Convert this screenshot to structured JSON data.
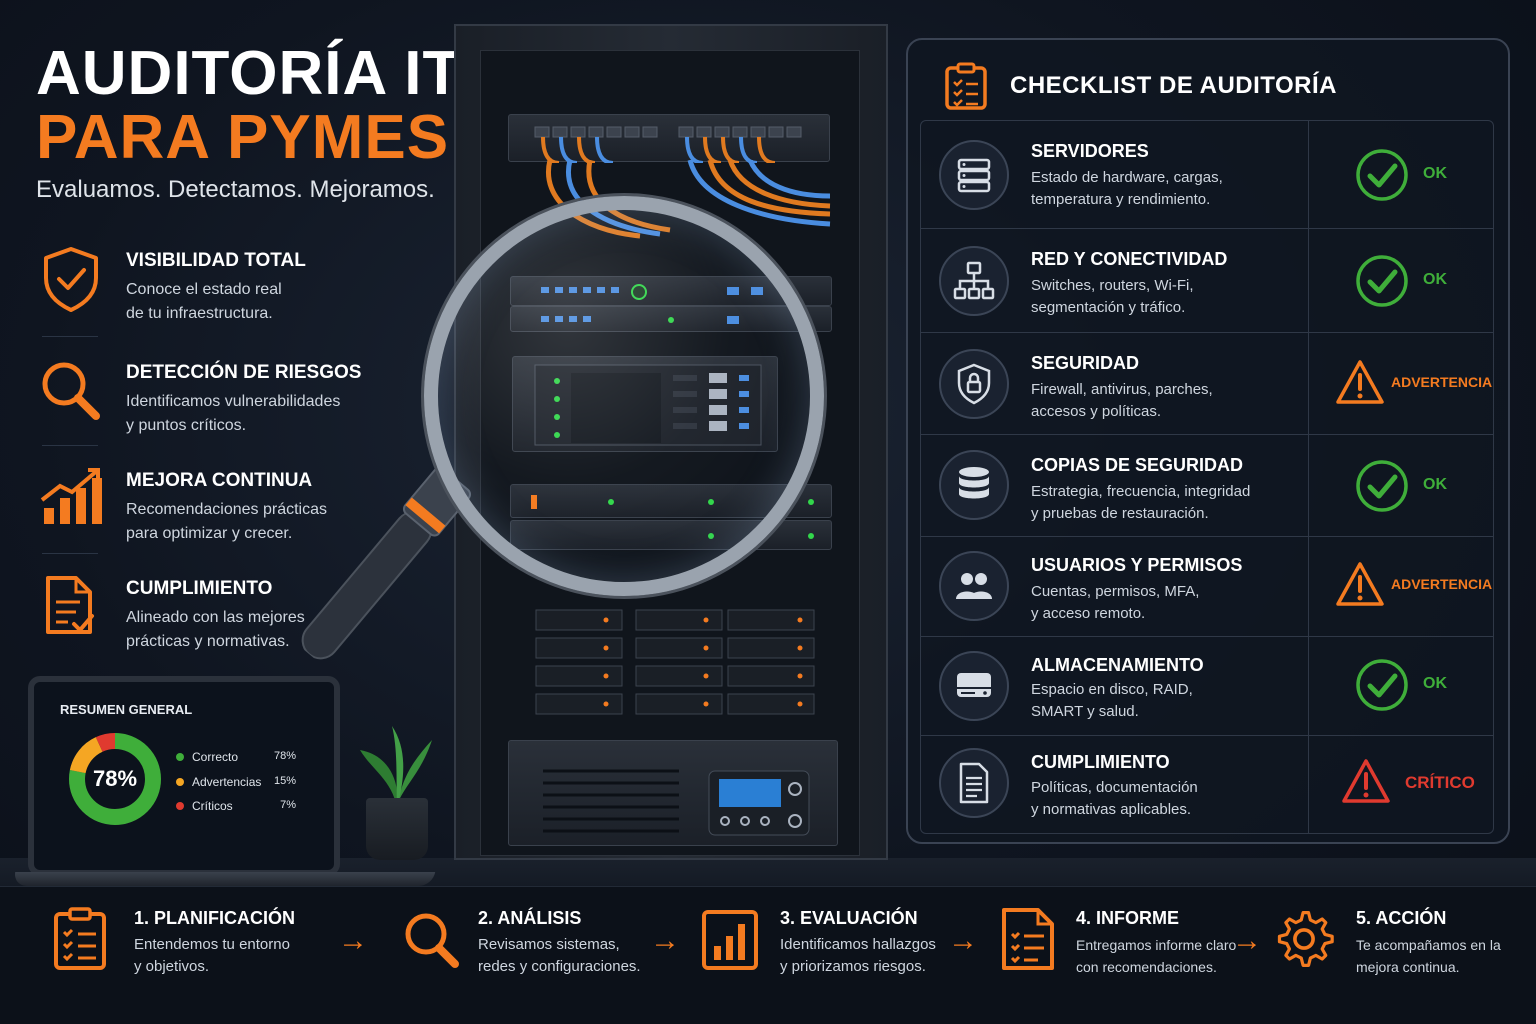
{
  "hero": {
    "title_line1": "AUDITORÍA IT",
    "title_line2": "PARA PYMES",
    "tagline": "Evaluamos. Detectamos. Mejoramos."
  },
  "features": [
    {
      "title": "VISIBILIDAD TOTAL",
      "line1": "Conoce el estado real",
      "line2": "de tu infraestructura.",
      "icon": "shield-check-icon"
    },
    {
      "title": "DETECCIÓN DE RIESGOS",
      "line1": "Identificamos vulnerabilidades",
      "line2": "y puntos críticos.",
      "icon": "magnifier-icon"
    },
    {
      "title": "MEJORA CONTINUA",
      "line1": "Recomendaciones prácticas",
      "line2": "para optimizar y crecer.",
      "icon": "growth-chart-icon"
    },
    {
      "title": "CUMPLIMIENTO",
      "line1": "Alineado con las mejores",
      "line2": "prácticas y normativas.",
      "icon": "document-check-icon"
    }
  ],
  "summary": {
    "title": "RESUMEN GENERAL",
    "center_label": "78%",
    "items": [
      {
        "label": "Correcto",
        "pct": "78%",
        "value": 78,
        "color": "#3fae3a"
      },
      {
        "label": "Advertencias",
        "pct": "15%",
        "value": 15,
        "color": "#f5a623"
      },
      {
        "label": "Críticos",
        "pct": "7%",
        "value": 7,
        "color": "#e03a2f"
      }
    ]
  },
  "checklist": {
    "title": "CHECKLIST DE AUDITORÍA",
    "rows": [
      {
        "title": "SERVIDORES",
        "line1": "Estado de hardware, cargas,",
        "line2": "temperatura y rendimiento.",
        "status": "OK",
        "level": "ok",
        "icon": "server-icon"
      },
      {
        "title": "RED Y CONECTIVIDAD",
        "line1": "Switches, routers, Wi-Fi,",
        "line2": "segmentación y tráfico.",
        "status": "OK",
        "level": "ok",
        "icon": "network-icon"
      },
      {
        "title": "SEGURIDAD",
        "line1": "Firewall, antivirus, parches,",
        "line2": "accesos y políticas.",
        "status": "ADVERTENCIA",
        "level": "warn",
        "icon": "shield-lock-icon"
      },
      {
        "title": "COPIAS DE SEGURIDAD",
        "line1": "Estrategia, frecuencia, integridad",
        "line2": "y pruebas de restauración.",
        "status": "OK",
        "level": "ok",
        "icon": "database-icon"
      },
      {
        "title": "USUARIOS Y PERMISOS",
        "line1": "Cuentas, permisos, MFA,",
        "line2": "y acceso remoto.",
        "status": "ADVERTENCIA",
        "level": "warn",
        "icon": "users-icon"
      },
      {
        "title": "ALMACENAMIENTO",
        "line1": "Espacio en disco, RAID,",
        "line2": "SMART y salud.",
        "status": "OK",
        "level": "ok",
        "icon": "hard-drive-icon"
      },
      {
        "title": "CUMPLIMIENTO",
        "line1": "Políticas, documentación",
        "line2": "y normativas aplicables.",
        "status": "CRÍTICO",
        "level": "crit",
        "icon": "document-icon"
      }
    ]
  },
  "steps": [
    {
      "title": "1. PLANIFICACIÓN",
      "line1": "Entendemos tu entorno",
      "line2": "y objetivos.",
      "icon": "clipboard-icon"
    },
    {
      "title": "2. ANÁLISIS",
      "line1": "Revisamos sistemas,",
      "line2": "redes y configuraciones.",
      "icon": "magnifier-icon"
    },
    {
      "title": "3. EVALUACIÓN",
      "line1": "Identificamos hallazgos",
      "line2": "y priorizamos riesgos.",
      "icon": "bar-chart-icon"
    },
    {
      "title": "4. INFORME",
      "line1": "Entregamos informe claro",
      "line2": "con recomendaciones.",
      "icon": "report-icon"
    },
    {
      "title": "5. ACCIÓN",
      "line1": "Te acompañamos en la",
      "line2": "mejora continua.",
      "icon": "gear-icon"
    }
  ],
  "colors": {
    "accent": "#f47b20",
    "ok": "#3fae3a",
    "warning": "#f47b20",
    "critical": "#e03a2f"
  }
}
